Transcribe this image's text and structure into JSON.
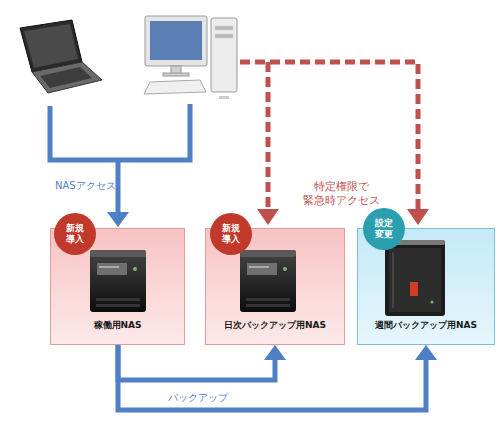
{
  "diagram": {
    "nodes": [
      {
        "text": [
          "新規 導入"
        ]
      },
      {
        "text": [
          "稼働用NAS"
        ]
      },
      {
        "text": [
          "新規 導入"
        ]
      },
      {
        "text": [
          "日次バックアップ用NAS"
        ]
      },
      {
        "text": [
          "設定 変更"
        ]
      },
      {
        "text": [
          "週間バックアップ用NAS"
        ]
      }
    ],
    "edges": [
      {
        "from": 1,
        "to": 3,
        "arrow": "to"
      },
      {
        "from": 1,
        "to": 5,
        "arrow": "to",
        "label": "バックアップ"
      }
    ],
    "labels": [
      "NASアクセス",
      "特定権限で 緊急時アクセス"
    ]
  }
}
